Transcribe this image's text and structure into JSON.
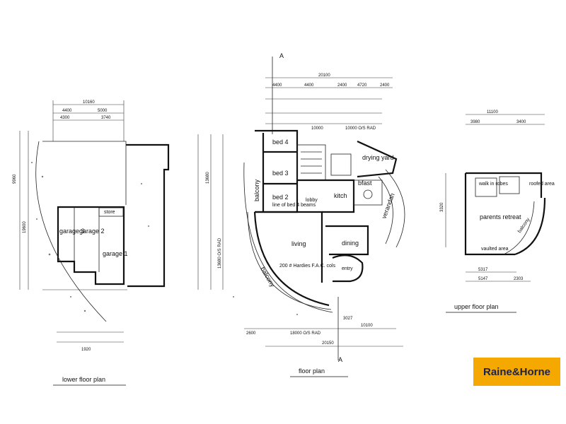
{
  "captions": {
    "lower": "lower floor plan",
    "floor": "floor plan",
    "upper": "upper floor plan"
  },
  "logo": {
    "text": "Raine&Horne",
    "background": "#f5a800",
    "color": "#1d2247"
  },
  "section_marker": "A",
  "lower_plan": {
    "rooms": [
      "garage 1",
      "garage 2",
      "garage 3",
      "store"
    ],
    "dims": [
      "10160",
      "4400",
      "5000",
      "4300",
      "3740",
      "9960",
      "19600",
      "1920"
    ]
  },
  "main_plan": {
    "rooms": [
      "bed 4",
      "bed 3",
      "bed 2",
      "drying yard",
      "kitch",
      "bfast",
      "living",
      "dining",
      "entry",
      "balcony",
      "balcony",
      "verandah",
      "lobby"
    ],
    "notes": [
      "200 # Hardies F.A.C. cols",
      "line of bed 4 beams"
    ],
    "dims": [
      "20100",
      "4400",
      "4400",
      "2400",
      "4720",
      "2400",
      "10000",
      "10000 O/S RAD",
      "18000 O/S RAD",
      "20150",
      "2600",
      "10100",
      "13680",
      "3027",
      "13680 O/S RAD"
    ]
  },
  "upper_plan": {
    "rooms": [
      "parents retreat",
      "walk in robes",
      "balcony",
      "roofed area",
      "vaulted area"
    ],
    "dims": [
      "11100",
      "3980",
      "3400",
      "3320",
      "5147",
      "2303",
      "5317"
    ]
  }
}
